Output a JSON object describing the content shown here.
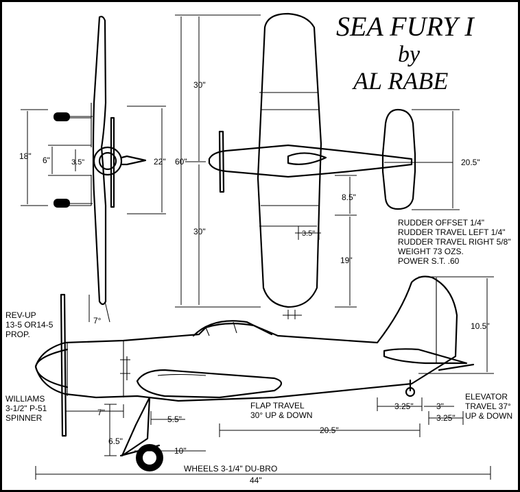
{
  "title": {
    "line1": "SEA FURY I",
    "line2": "by",
    "line3": "AL RABE"
  },
  "dimensions": {
    "wing_half_top": "30\"",
    "wing_span": "60\"",
    "wing_half_bottom": "30\"",
    "gear_track": "18\"",
    "dim_6": "6\"",
    "dim_35_front": "3.5\"",
    "dim_22": "22\"",
    "stab_span": "20.5\"",
    "dim_85": "8.5\"",
    "dim_35_side": "3.5\"",
    "dim_19": "19\"",
    "dihedral": "7°",
    "fin_height": "10.5\"",
    "dim_7": "7\"",
    "dim_55": "5.5\"",
    "dim_65": "6.5\"",
    "dim_10": "10\"",
    "dim_205_fuse": "20.5\"",
    "dim_325_a": "3.25\"",
    "dim_3": "3\"",
    "dim_325_b": "3.25\"",
    "length": "44\""
  },
  "specs": [
    "RUDDER OFFSET 1/4\"",
    "RUDDER TRAVEL LEFT 1/4\"",
    "RUDDER TRAVEL RIGHT 5/8\"",
    "WEIGHT 73 OZS.",
    "POWER S.T. .60"
  ],
  "notes": {
    "revup1": "REV-UP",
    "revup2": "13-5 OR14-5",
    "revup3": "PROP.",
    "spinner1": "WILLIAMS",
    "spinner2": "3-1/2\" P-51",
    "spinner3": "SPINNER",
    "flap1": "FLAP TRAVEL",
    "flap2": "30° UP & DOWN",
    "elev1": "ELEVATOR",
    "elev2": "TRAVEL 37°",
    "elev3": "UP & DOWN",
    "wheels": "WHEELS 3-1/4\" DU-BRO"
  }
}
